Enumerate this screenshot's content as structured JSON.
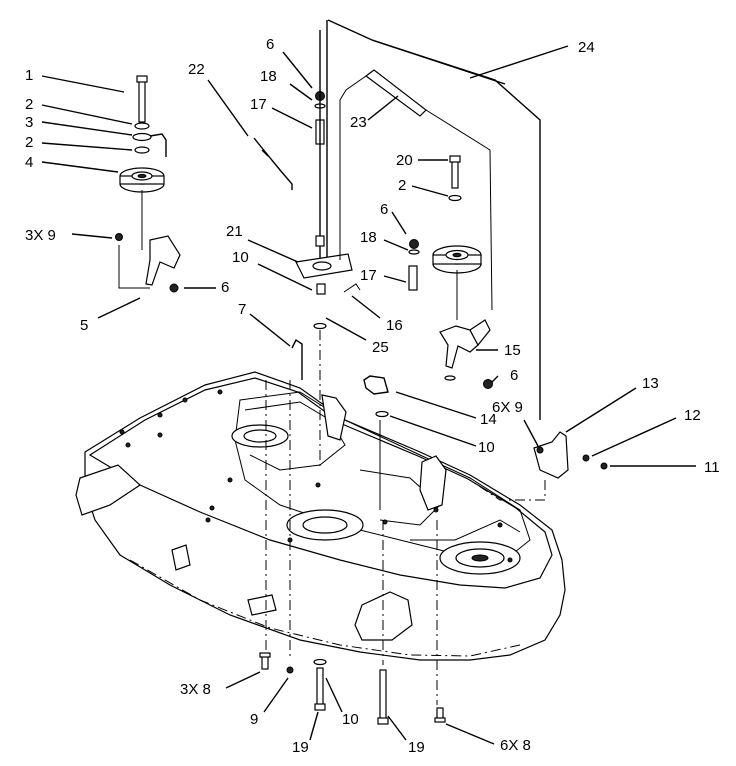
{
  "callouts": [
    {
      "id": "c1",
      "text": "1"
    },
    {
      "id": "c2a",
      "text": "2"
    },
    {
      "id": "c3",
      "text": "3"
    },
    {
      "id": "c2b",
      "text": "2"
    },
    {
      "id": "c4",
      "text": "4"
    },
    {
      "id": "c3x9",
      "text": "3X 9"
    },
    {
      "id": "c5",
      "text": "5"
    },
    {
      "id": "c6a",
      "text": "6"
    },
    {
      "id": "c22",
      "text": "22"
    },
    {
      "id": "c6b",
      "text": "6"
    },
    {
      "id": "c18a",
      "text": "18"
    },
    {
      "id": "c17a",
      "text": "17"
    },
    {
      "id": "c21",
      "text": "21"
    },
    {
      "id": "c10a",
      "text": "10"
    },
    {
      "id": "c7",
      "text": "7"
    },
    {
      "id": "c24",
      "text": "24"
    },
    {
      "id": "c23",
      "text": "23"
    },
    {
      "id": "c20",
      "text": "20"
    },
    {
      "id": "c2c",
      "text": "2"
    },
    {
      "id": "c6c",
      "text": "6"
    },
    {
      "id": "c18b",
      "text": "18"
    },
    {
      "id": "c17b",
      "text": "17"
    },
    {
      "id": "c16",
      "text": "16"
    },
    {
      "id": "c25",
      "text": "25"
    },
    {
      "id": "c15",
      "text": "15"
    },
    {
      "id": "c6d",
      "text": "6"
    },
    {
      "id": "c14",
      "text": "14"
    },
    {
      "id": "c10b",
      "text": "10"
    },
    {
      "id": "c13",
      "text": "13"
    },
    {
      "id": "c6x9",
      "text": "6X 9"
    },
    {
      "id": "c12",
      "text": "12"
    },
    {
      "id": "c11",
      "text": "11"
    },
    {
      "id": "c3x8",
      "text": "3X 8"
    },
    {
      "id": "c9",
      "text": "9"
    },
    {
      "id": "c10c",
      "text": "10"
    },
    {
      "id": "c19a",
      "text": "19"
    },
    {
      "id": "c19b",
      "text": "19"
    },
    {
      "id": "c6x8",
      "text": "6X 8"
    }
  ]
}
